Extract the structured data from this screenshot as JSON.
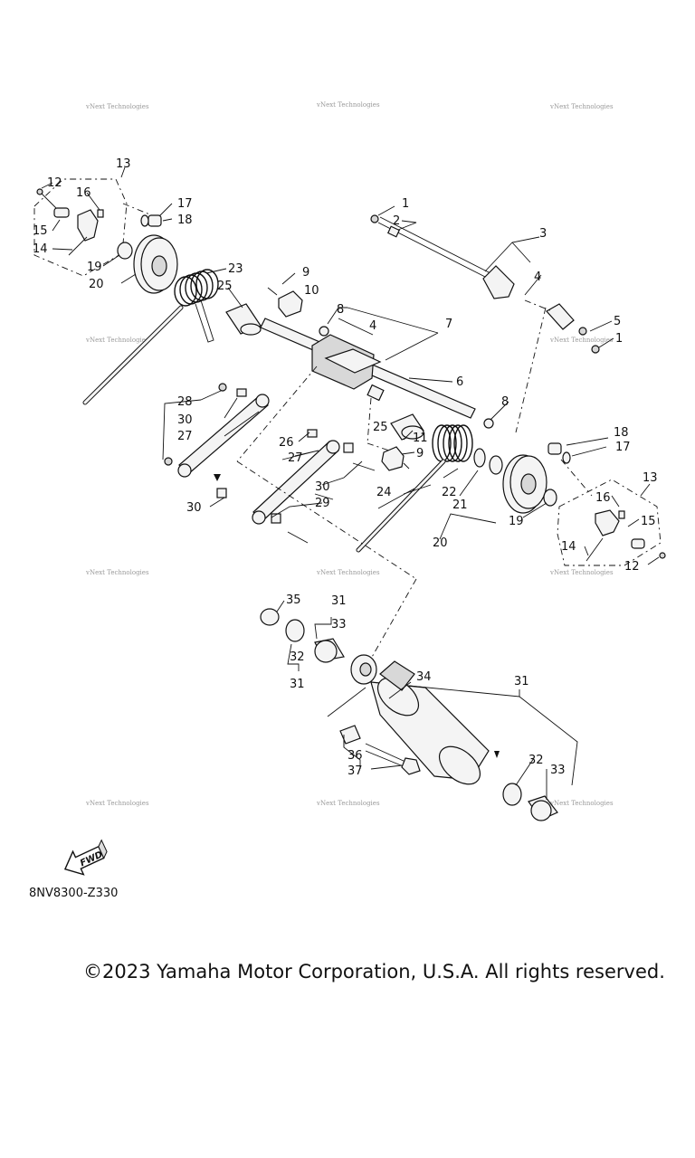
{
  "watermark": "vNext Technologies",
  "callouts": {
    "c1": "1",
    "c2": "2",
    "c3": "3",
    "c4": "4",
    "c5": "5",
    "c6": "6",
    "c7": "7",
    "c8": "8",
    "c9": "9",
    "c10": "10",
    "c11": "11",
    "c12": "12",
    "c13": "13",
    "c14": "14",
    "c15": "15",
    "c16": "16",
    "c17": "17",
    "c18": "18",
    "c19": "19",
    "c20": "20",
    "c21": "21",
    "c22": "22",
    "c23": "23",
    "c24": "24",
    "c25": "25",
    "c26": "26",
    "c27": "27",
    "c28": "28",
    "c29": "29",
    "c30": "30",
    "c31": "31",
    "c32": "32",
    "c33": "33",
    "c34": "34",
    "c35": "35",
    "c36": "36",
    "c37": "37"
  },
  "fwd_label": "FWD",
  "drawing_code": "8NV8300-Z330",
  "copyright": "©2023 Yamaha Motor Corporation, U.S.A. All rights reserved."
}
